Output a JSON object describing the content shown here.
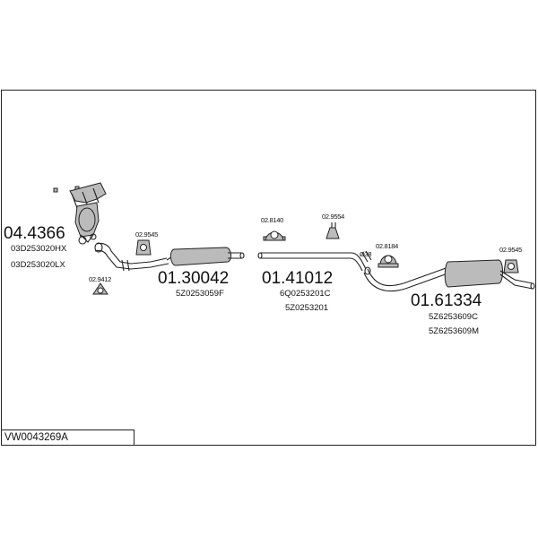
{
  "diagram": {
    "code": "VW0043269A",
    "parts": [
      {
        "number": "04.4366",
        "refs": [
          "03D253020HX",
          "03D253020LX"
        ]
      },
      {
        "number": "01.30042",
        "refs": [
          "5Z0253059F"
        ]
      },
      {
        "number": "01.41012",
        "refs": [
          "6Q0253201C",
          "5Z0253201"
        ]
      },
      {
        "number": "01.61334",
        "refs": [
          "5Z6253609C",
          "5Z6253609M"
        ]
      }
    ],
    "small_parts": [
      "02.9545",
      "02.9412",
      "02.8140",
      "02.9554",
      "02.8184",
      "02.9545"
    ],
    "diameter_label": "Ø38"
  }
}
